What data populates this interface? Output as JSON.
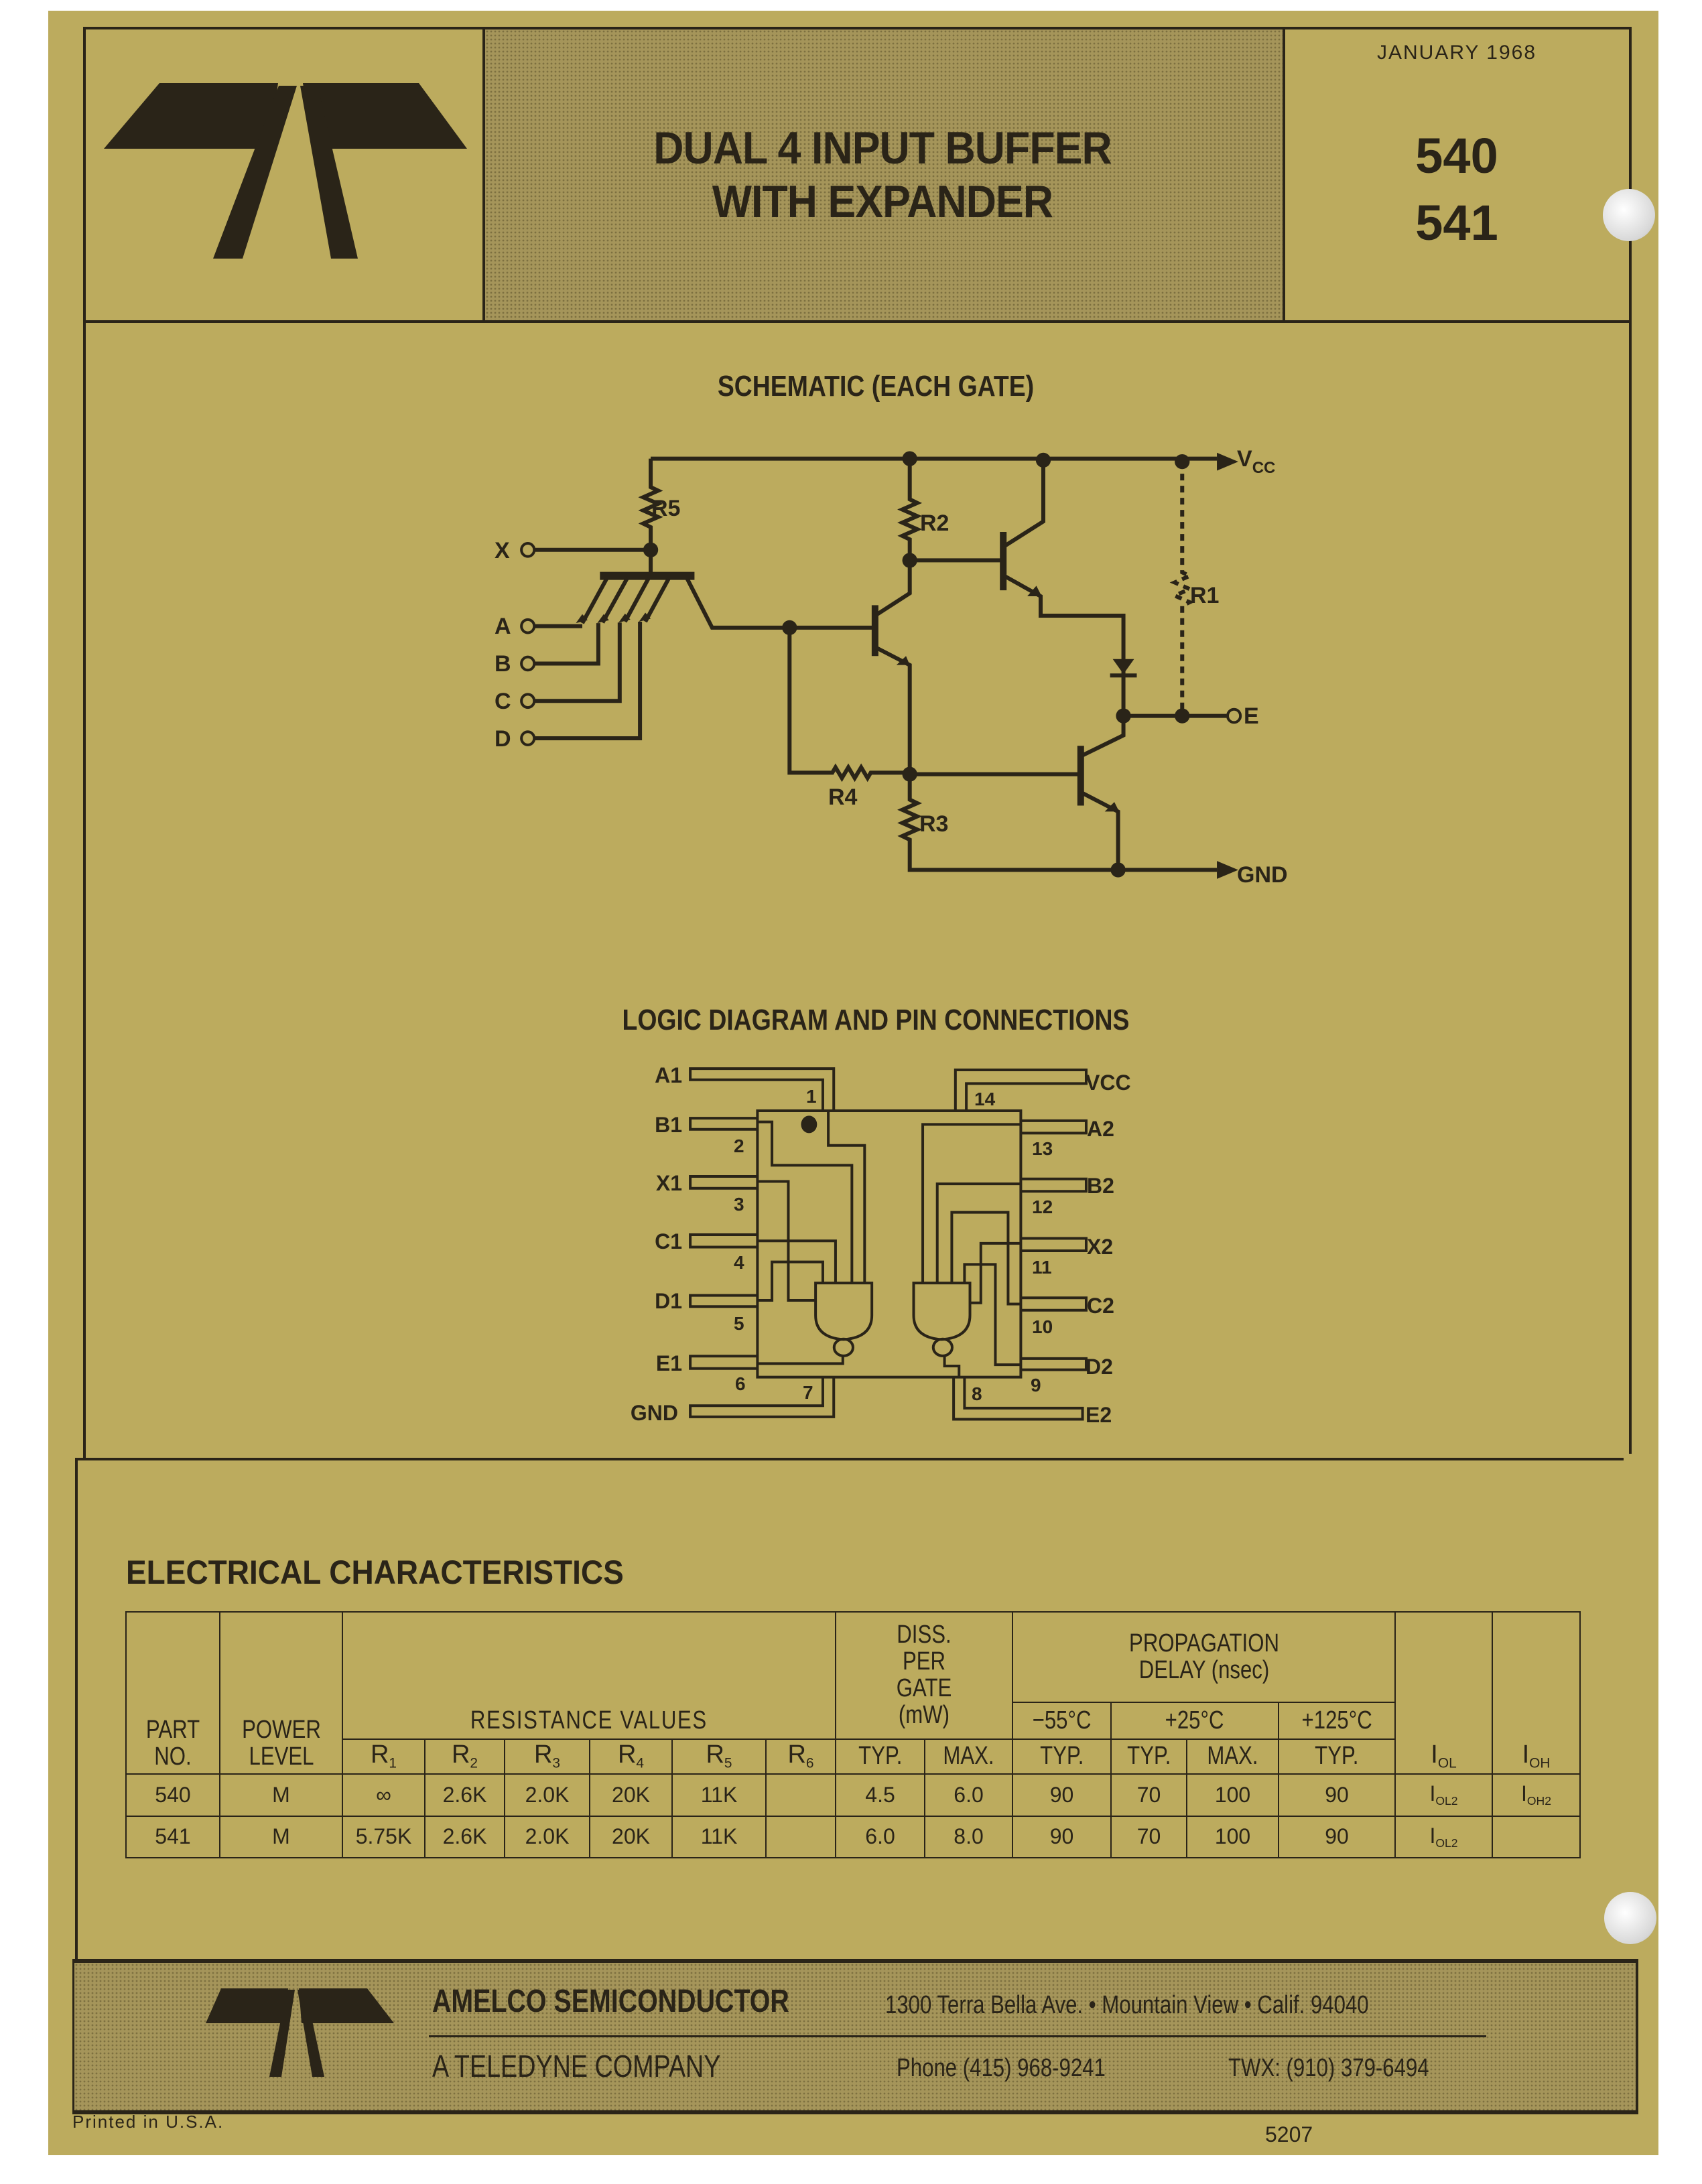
{
  "header": {
    "title_line1": "DUAL 4 INPUT BUFFER",
    "title_line2": "WITH EXPANDER",
    "date": "JANUARY 1968",
    "part_numbers": [
      "540",
      "541"
    ]
  },
  "schematic": {
    "title": "SCHEMATIC (EACH GATE)",
    "labels": {
      "r5": "R5",
      "r2": "R2",
      "r1": "R1",
      "r4": "R4",
      "r3": "R3",
      "x": "X",
      "a": "A",
      "b": "B",
      "c": "C",
      "d": "D",
      "e": "E",
      "vcc_base": "V",
      "vcc_sub": "CC",
      "gnd": "GND"
    }
  },
  "logic": {
    "title": "LOGIC DIAGRAM AND PIN CONNECTIONS",
    "left_pins": [
      {
        "label": "A1",
        "num": "1"
      },
      {
        "label": "B1",
        "num": "2"
      },
      {
        "label": "X1",
        "num": "3"
      },
      {
        "label": "C1",
        "num": "4"
      },
      {
        "label": "D1",
        "num": "5"
      },
      {
        "label": "E1",
        "num": "6"
      },
      {
        "label": "GND",
        "num": "7"
      }
    ],
    "right_pins": [
      {
        "label": "VCC",
        "num": "14"
      },
      {
        "label": "A2",
        "num": "13"
      },
      {
        "label": "B2",
        "num": "12"
      },
      {
        "label": "X2",
        "num": "11"
      },
      {
        "label": "C2",
        "num": "10"
      },
      {
        "label": "D2",
        "num": "9"
      },
      {
        "label": "E2",
        "num": "8"
      }
    ]
  },
  "electrical": {
    "title": "ELECTRICAL CHARACTERISTICS",
    "headers": {
      "part_no": "PART NO.",
      "power_level": "POWER LEVEL",
      "resistance": "RESISTANCE VALUES",
      "diss": "DISS. PER GATE (mW)",
      "prop": "PROPAGATION DELAY (nsec)",
      "t_m55": "−55°C",
      "t_25": "+25°C",
      "t_125": "+125°C",
      "r": [
        {
          "b": "R",
          "s": "1"
        },
        {
          "b": "R",
          "s": "2"
        },
        {
          "b": "R",
          "s": "3"
        },
        {
          "b": "R",
          "s": "4"
        },
        {
          "b": "R",
          "s": "5"
        },
        {
          "b": "R",
          "s": "6"
        }
      ],
      "typ": "TYP.",
      "max": "MAX.",
      "iol": {
        "b": "I",
        "s": "OL"
      },
      "ioh": {
        "b": "I",
        "s": "OH"
      }
    },
    "rows": [
      {
        "part": "540",
        "power": "M",
        "r1": "∞",
        "r2": "2.6K",
        "r3": "2.0K",
        "r4": "20K",
        "r5": "11K",
        "r6": "",
        "diss_typ": "4.5",
        "diss_max": "6.0",
        "pd_m55_typ": "90",
        "pd_25_typ": "70",
        "pd_25_max": "100",
        "pd_125_typ": "90",
        "iol": {
          "b": "I",
          "s": "OL2"
        },
        "ioh": {
          "b": "I",
          "s": "OH2"
        }
      },
      {
        "part": "541",
        "power": "M",
        "r1": "5.75K",
        "r2": "2.6K",
        "r3": "2.0K",
        "r4": "20K",
        "r5": "11K",
        "r6": "",
        "diss_typ": "6.0",
        "diss_max": "8.0",
        "pd_m55_typ": "90",
        "pd_25_typ": "70",
        "pd_25_max": "100",
        "pd_125_typ": "90",
        "iol": {
          "b": "I",
          "s": "OL2"
        },
        "ioh": {
          "b": "",
          "s": ""
        }
      }
    ]
  },
  "footer": {
    "company": "AMELCO SEMICONDUCTOR",
    "address": "1300 Terra Bella Ave. • Mountain View • Calif. 94040",
    "parent": "A TELEDYNE COMPANY",
    "phone": "Phone (415) 968-9241",
    "twx": "TWX: (910) 379-6494",
    "printed": "Printed in U.S.A.",
    "code": "5207"
  },
  "colors": {
    "paper": "#bcab5e",
    "ink": "#2a2418",
    "shade": "#a5955a"
  }
}
